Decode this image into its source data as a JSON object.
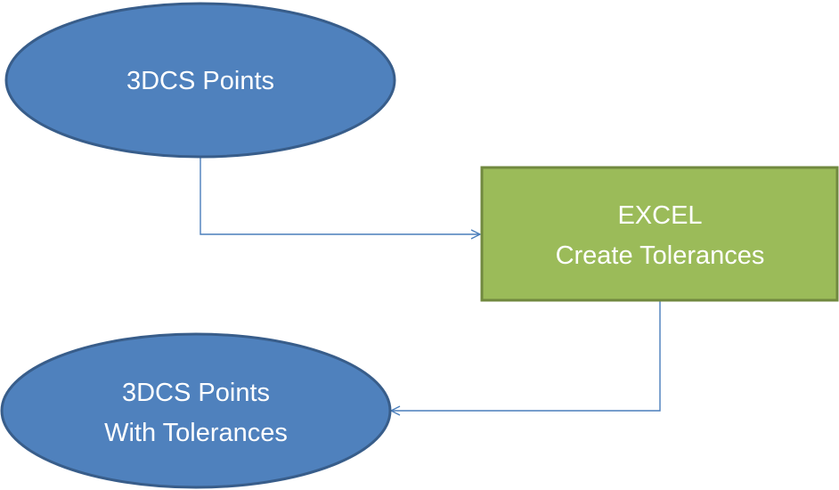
{
  "nodes": {
    "source": {
      "lines": [
        "3DCS Points"
      ]
    },
    "process": {
      "lines": [
        "EXCEL",
        "Create Tolerances"
      ]
    },
    "result": {
      "lines": [
        "3DCS Points",
        "With Tolerances"
      ]
    }
  },
  "colors": {
    "ellipse_fill": "#4f81bd",
    "ellipse_stroke": "#385d8a",
    "rect_fill": "#9bbb59",
    "rect_stroke": "#71893f",
    "connector": "#4a7ebb"
  }
}
